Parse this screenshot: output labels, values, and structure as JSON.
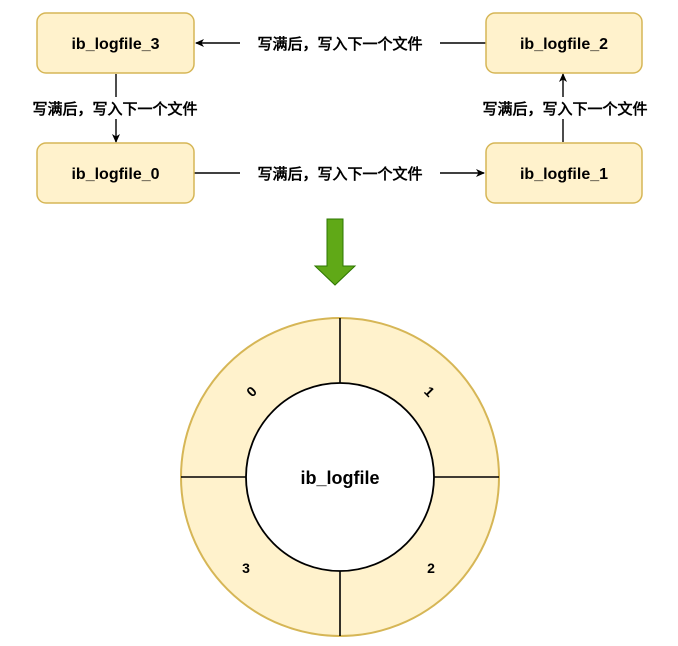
{
  "nodes": {
    "log3": "ib_logfile_3",
    "log2": "ib_logfile_2",
    "log0": "ib_logfile_0",
    "log1": "ib_logfile_1"
  },
  "edges": {
    "log0_to_log1": "写满后，写入下一个文件",
    "log1_to_log2": "写满后，写入下一个文件",
    "log2_to_log3": "写满后，写入下一个文件",
    "log3_to_log0": "写满后，写入下一个文件"
  },
  "ring": {
    "center": "ib_logfile",
    "segments": [
      "0",
      "1",
      "2",
      "3"
    ]
  },
  "colors": {
    "box_fill": "#fff2cc",
    "box_stroke": "#d6b656",
    "arrow_fill": "#60a917",
    "arrow_stroke": "#2d7600"
  }
}
